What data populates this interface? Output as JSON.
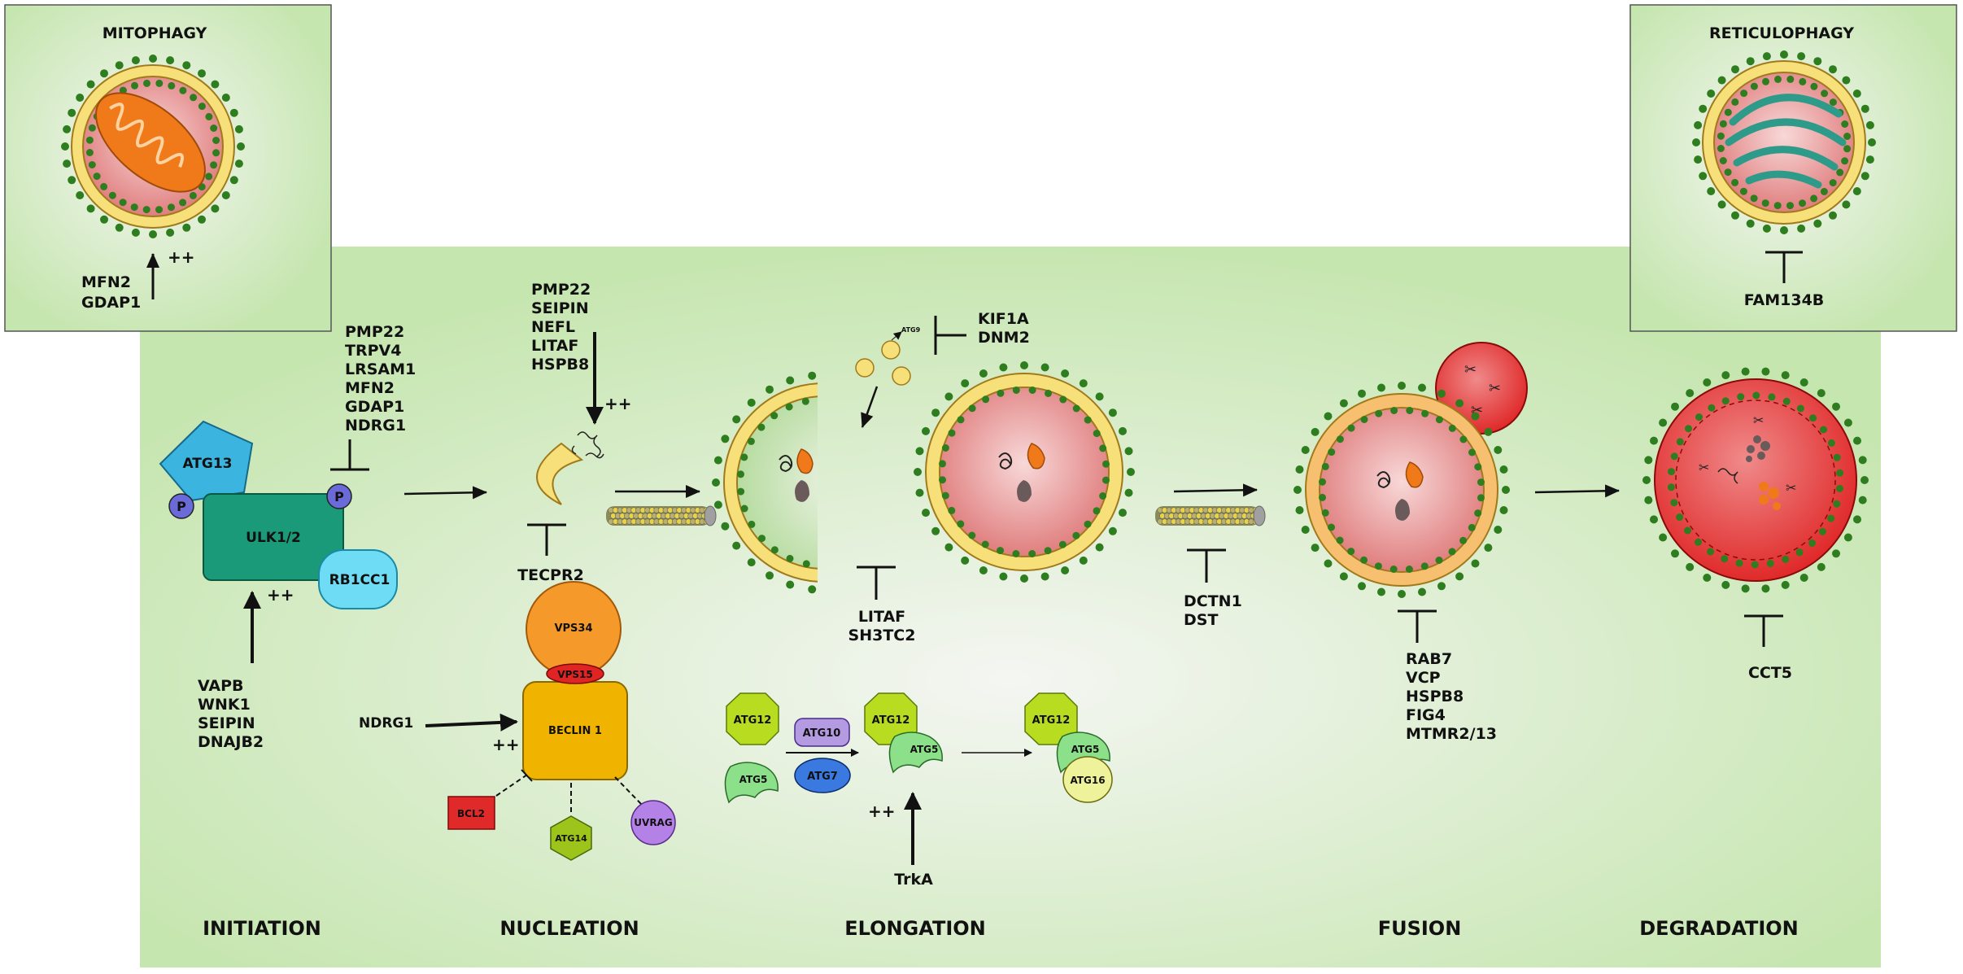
{
  "insets": {
    "mitophagy": {
      "title": "MITOPHAGY",
      "genes": [
        "MFN2",
        "GDAP1"
      ],
      "plus": "++"
    },
    "reticulophagy": {
      "title": "RETICULOPHAGY",
      "genes": [
        "FAM134B"
      ]
    }
  },
  "stages": [
    "INITIATION",
    "NUCLEATION",
    "ELONGATION",
    "FUSION",
    "DEGRADATION"
  ],
  "initiation": {
    "atg13": "ATG13",
    "ulk": "ULK1/2",
    "rb1cc1": "RB1CC1",
    "phospho": "P",
    "inhibitors": [
      "PMP22",
      "TRPV4",
      "LRSAM1",
      "MFN2",
      "GDAP1",
      "NDRG1"
    ],
    "activators": [
      "VAPB",
      "WNK1",
      "SEIPIN",
      "DNAJB2"
    ],
    "plus": "++"
  },
  "nucleation": {
    "activators": [
      "PMP22",
      "SEIPIN",
      "NEFL",
      "LITAF",
      "HSPB8"
    ],
    "plus": "++",
    "inhibitor": "TECPR2",
    "vps34": "VPS34",
    "vps15": "VPS15",
    "beclin": "BECLIN 1",
    "ndrg1": "NDRG1",
    "bcl2": "BCL2",
    "atg14": "ATG14",
    "uvrag": "UVRAG",
    "plus2": "++"
  },
  "elongation": {
    "atg9": "ATG9",
    "inhibitors_top": [
      "KIF1A",
      "DNM2"
    ],
    "inhibitors_bottom": [
      "LITAF",
      "SH3TC2"
    ],
    "atg12": "ATG12",
    "atg5": "ATG5",
    "atg10": "ATG10",
    "atg7": "ATG7",
    "atg16": "ATG16",
    "trka": "TrkA",
    "plus": "++"
  },
  "transport": {
    "inhibitors": [
      "DCTN1",
      "DST"
    ]
  },
  "fusion": {
    "inhibitors": [
      "RAB7",
      "VCP",
      "HSPB8",
      "FIG4",
      "MTMR2/13"
    ]
  },
  "degradation": {
    "inhibitors": [
      "CCT5"
    ]
  },
  "colors": {
    "bg_green": "#c8e6b4",
    "membrane": "#f7df7a",
    "lumen": "#e48a8a",
    "dot": "#2e7d1f",
    "ulk": "#1a9a78",
    "atg13": "#3cb4e0",
    "rb1cc1": "#6edcf4",
    "vps34": "#f59a2a",
    "vps15": "#e02424",
    "beclin": "#f0b400",
    "atg12": "#b8dc20",
    "atg5": "#8de08a",
    "atg10": "#b49ae0",
    "atg7": "#3a7ae0",
    "atg16": "#eef29a",
    "bcl2": "#e02a2a",
    "atg14": "#9cc41a",
    "uvrag": "#b482e6"
  }
}
